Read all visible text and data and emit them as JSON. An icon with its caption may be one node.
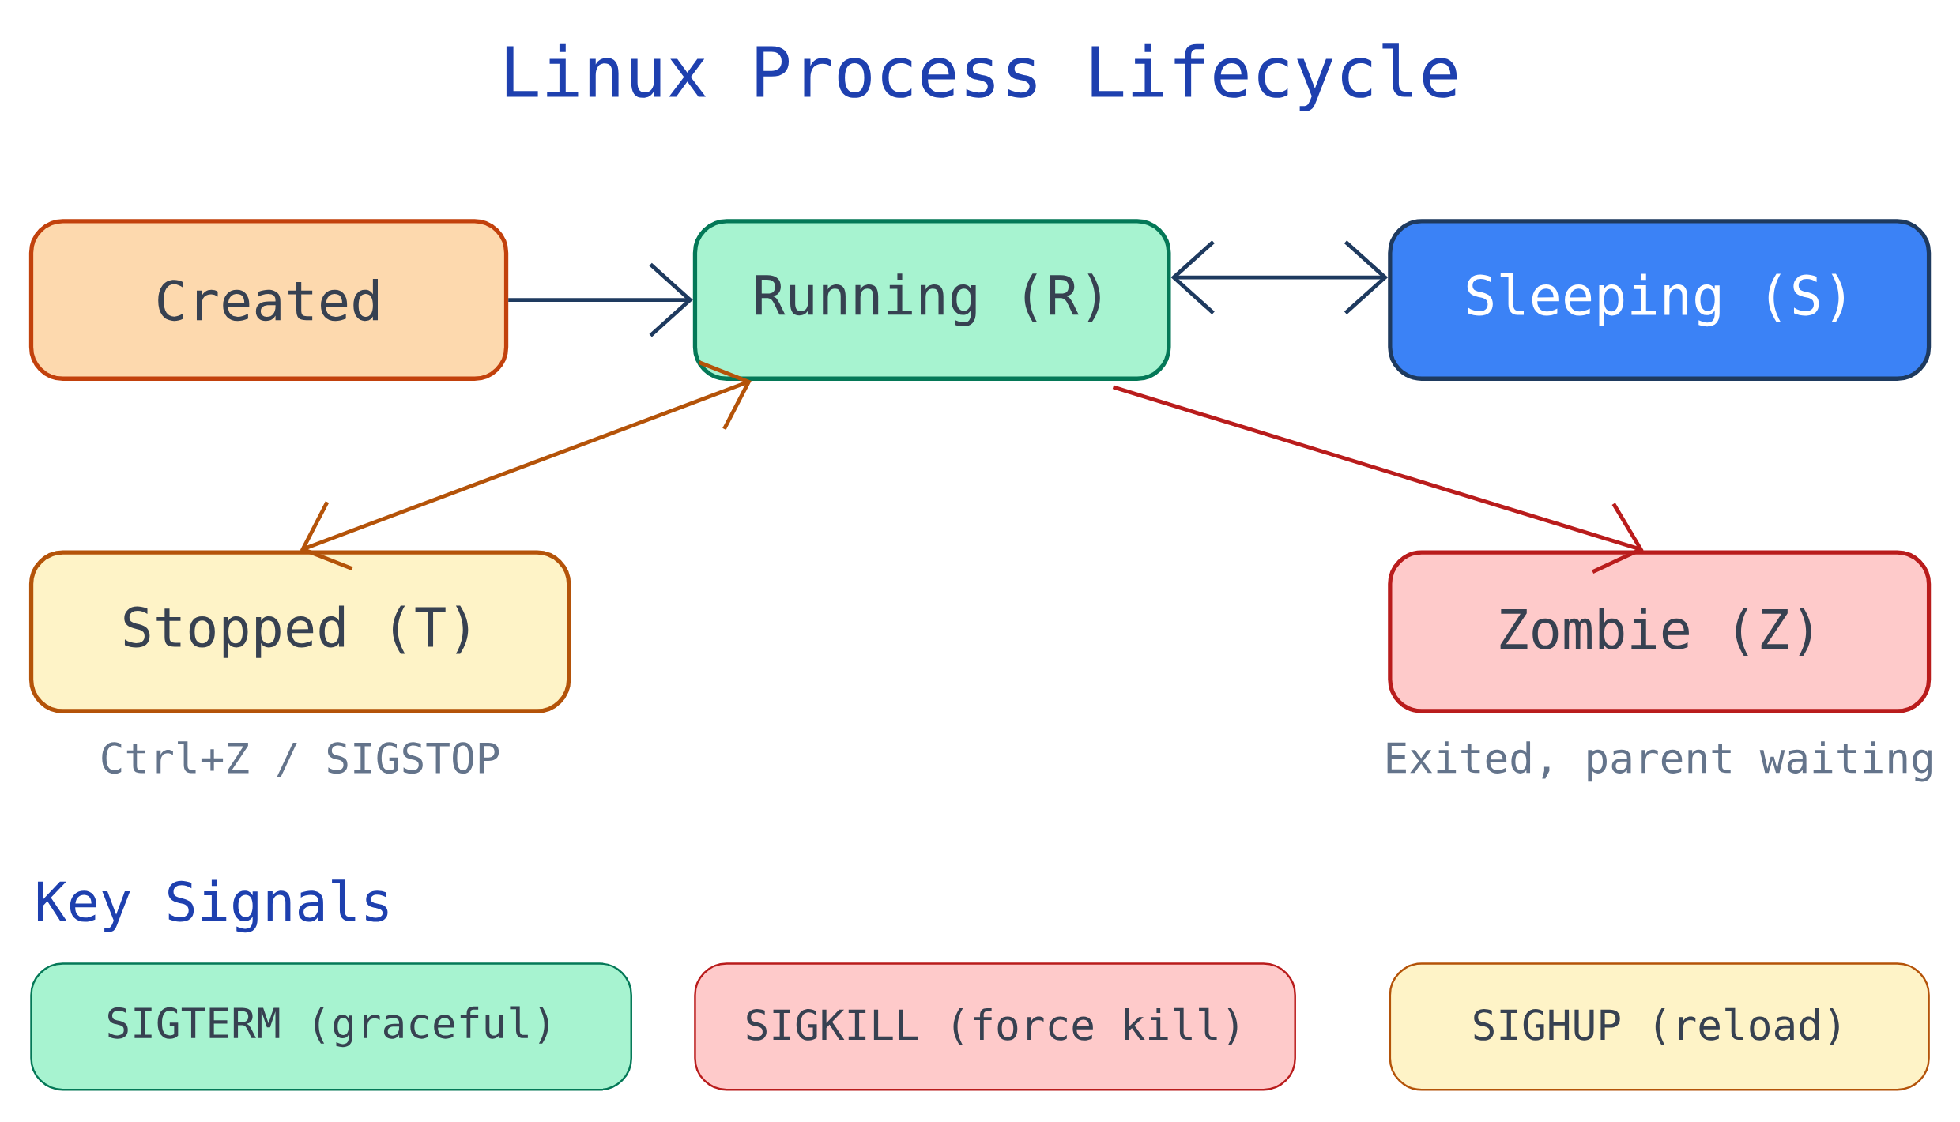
{
  "diagram": {
    "title": "Linux Process Lifecycle",
    "nodes": [
      {
        "text": [
          "Created"
        ]
      },
      {
        "text": [
          "Running (R)"
        ]
      },
      {
        "text": [
          "Sleeping (S)"
        ]
      },
      {
        "text": [
          "Stopped (T)"
        ],
        "beside": [
          "Ctrl+Z / SIGSTOP"
        ]
      },
      {
        "text": [
          "Zombie (Z)"
        ],
        "beside": [
          "Exited, parent waiting"
        ]
      },
      {
        "text": [
          "SIGTERM (graceful)"
        ]
      },
      {
        "text": [
          "SIGKILL (force kill)"
        ]
      },
      {
        "text": [
          "SIGHUP (reload)"
        ]
      }
    ],
    "edges": [
      {
        "from": 0,
        "to": 1,
        "arrow": "to",
        "color": "#1e3a5f"
      },
      {
        "from": 1,
        "to": 2,
        "arrow": "both",
        "color": "#1e3a5f"
      },
      {
        "from": 3,
        "to": 1,
        "arrow": "both",
        "color": "#b45309"
      },
      {
        "from": 1,
        "to": 4,
        "arrow": "to",
        "color": "#b91c1c"
      }
    ],
    "labels": [
      "Key Signals"
    ]
  }
}
